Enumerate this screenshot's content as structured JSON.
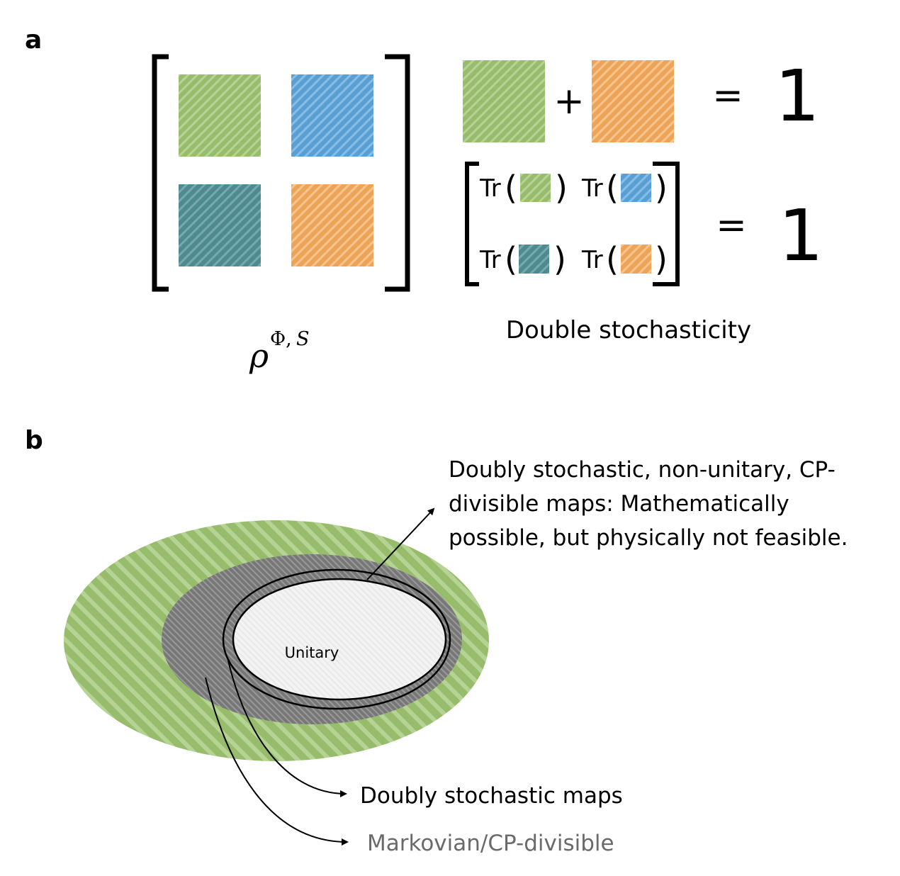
{
  "panels": {
    "a": "a",
    "b": "b"
  },
  "panel_a": {
    "matrix_symbol": {
      "base": "ρ",
      "sup_phi": "Φ,",
      "sup_s": "S"
    },
    "block_colors": {
      "green": "#96bc6c",
      "blue": "#5a9fd4",
      "teal": "#4f8a90",
      "orange": "#eea457"
    },
    "sum_row": {
      "plus": "+",
      "equals": "=",
      "result": "1"
    },
    "trace_matrix": {
      "tr_label": "Tr",
      "open_paren": "(",
      "close_paren": ")",
      "equals": "=",
      "result": "1"
    },
    "caption": "Double stochasticity"
  },
  "panel_b": {
    "region_colors": {
      "outer": "#96bc6c",
      "middle": "#777777",
      "inner": "#f2f2f2"
    },
    "unitary_label": "Unitary",
    "annotation_top_lines": [
      "Doubly stochastic, non-unitary, CP-",
      "divisible maps: Mathematically",
      "possible, but physically not feasible."
    ],
    "annotation_doubly": "Doubly stochastic maps",
    "annotation_markov": "Markovian/CP-divisible"
  }
}
